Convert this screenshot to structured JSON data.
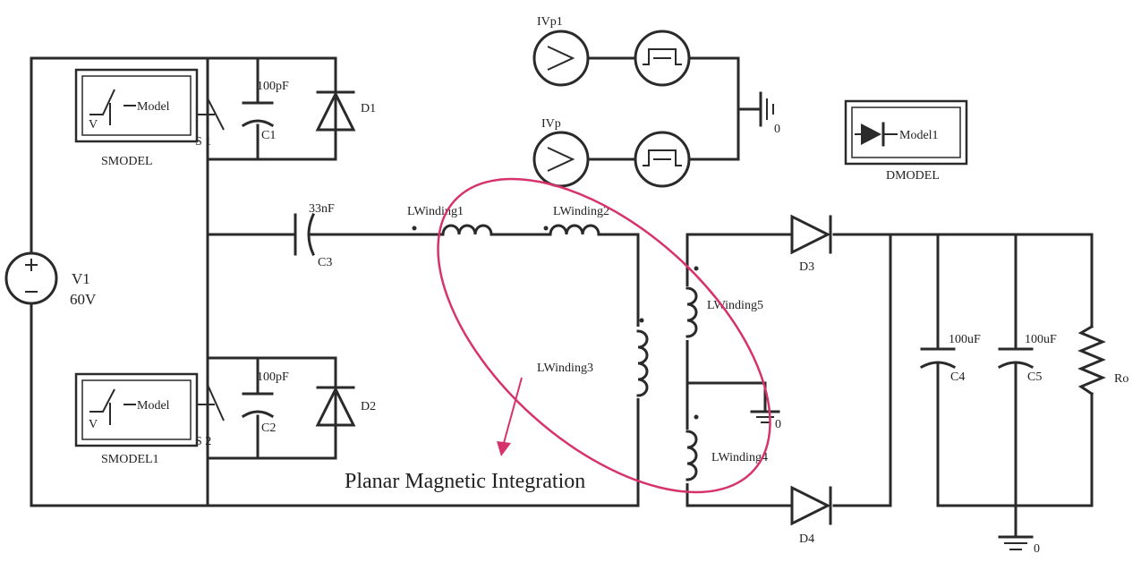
{
  "labels": {
    "sw_model_top_text": "Model",
    "sw_model_top_v": "V",
    "sw_model_top_name": "SMODEL",
    "sw_model_bot_text": "Model",
    "sw_model_bot_v": "V",
    "sw_model_bot_name": "SMODEL1",
    "s1": "S 1",
    "s2": "S 2",
    "c1_val": "100pF",
    "c1_ref": "C1",
    "c2_val": "100pF",
    "c2_ref": "C2",
    "d1": "D1",
    "d2": "D2",
    "v1_ref": "V1",
    "v1_val": "60V",
    "c3_val": "33nF",
    "c3_ref": "C3",
    "lw1": "LWinding1",
    "lw2": "LWinding2",
    "lw3": "LWinding3",
    "lw4": "LWinding4",
    "lw5": "LWinding5",
    "d3": "D3",
    "d4": "D4",
    "c4_val": "100uF",
    "c4_ref": "C4",
    "c5_val": "100uF",
    "c5_ref": "C5",
    "ro": "Ro",
    "ivp1": "IVp1",
    "ivp": "IVp",
    "gnd0_a": "0",
    "gnd0_b": "0",
    "gnd0_c": "0",
    "d_model_text": "Model1",
    "d_model_name": "DMODEL",
    "callout": "Planar Magnetic Integration"
  },
  "colors": {
    "wire": "#2a2a2a",
    "highlight": "#d6336c"
  }
}
